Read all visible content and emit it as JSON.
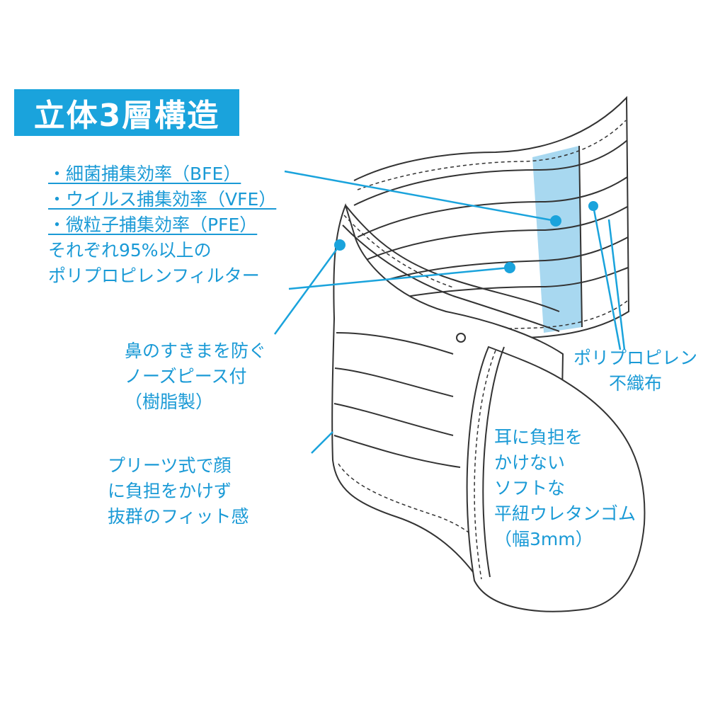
{
  "title": "立体3層構造",
  "filter_label": {
    "lines": [
      "・細菌捕集効率（BFE）",
      "・ウイルス捕集効率（VFE）",
      "・微粒子捕集効率（PFE）",
      "それぞれ95%以上の",
      "ポリプロピレンフィルター"
    ]
  },
  "nose_label": {
    "lines": [
      "鼻のすきまを防ぐ",
      "ノーズピース付",
      "（樹脂製）"
    ]
  },
  "pleats_label": {
    "lines": [
      "プリーツ式で顔",
      "に負担をかけず",
      "抜群のフィット感"
    ]
  },
  "nonwoven_label": {
    "lines": [
      "ポリプロピレン",
      "不織布"
    ]
  },
  "ear_label": {
    "lines": [
      "耳に負担を",
      "かけない",
      "ソフトな",
      "平紐ウレタンゴム",
      "（幅3mm）"
    ]
  },
  "colors": {
    "accent": "#1aa3dc",
    "text": "#1a9ad6",
    "filter_layer": "#a8d8f0",
    "outline": "#333333"
  }
}
